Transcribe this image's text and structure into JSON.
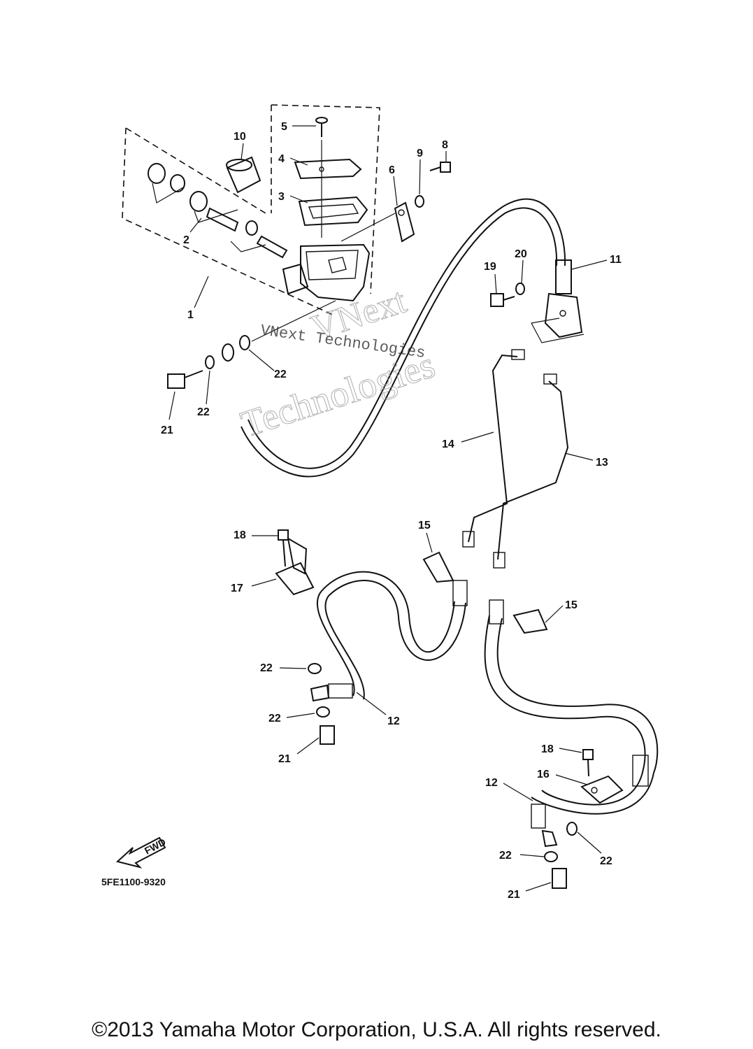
{
  "callouts": [
    {
      "id": "1",
      "text": "1"
    },
    {
      "id": "2",
      "text": "2"
    },
    {
      "id": "3",
      "text": "3"
    },
    {
      "id": "4",
      "text": "4"
    },
    {
      "id": "5",
      "text": "5"
    },
    {
      "id": "6",
      "text": "6"
    },
    {
      "id": "8",
      "text": "8"
    },
    {
      "id": "9",
      "text": "9"
    },
    {
      "id": "10",
      "text": "10"
    },
    {
      "id": "11",
      "text": "11"
    },
    {
      "id": "12a",
      "text": "12"
    },
    {
      "id": "12b",
      "text": "12"
    },
    {
      "id": "13",
      "text": "13"
    },
    {
      "id": "14",
      "text": "14"
    },
    {
      "id": "15a",
      "text": "15"
    },
    {
      "id": "15b",
      "text": "15"
    },
    {
      "id": "16",
      "text": "16"
    },
    {
      "id": "17",
      "text": "17"
    },
    {
      "id": "18a",
      "text": "18"
    },
    {
      "id": "18b",
      "text": "18"
    },
    {
      "id": "19",
      "text": "19"
    },
    {
      "id": "20",
      "text": "20"
    },
    {
      "id": "21a",
      "text": "21"
    },
    {
      "id": "21b",
      "text": "21"
    },
    {
      "id": "21c",
      "text": "21"
    },
    {
      "id": "22a",
      "text": "22"
    },
    {
      "id": "22b",
      "text": "22"
    },
    {
      "id": "22c",
      "text": "22"
    },
    {
      "id": "22d",
      "text": "22"
    },
    {
      "id": "22e",
      "text": "22"
    },
    {
      "id": "22f",
      "text": "22"
    }
  ],
  "diagram_code": "5FE1100-9320",
  "fwd_label": "FWD",
  "watermark": {
    "line1": "VNext",
    "line2": "Technologies",
    "line3": "VNext Technologies"
  },
  "copyright": "©2013 Yamaha Motor Corporation, U.S.A. All rights reserved."
}
